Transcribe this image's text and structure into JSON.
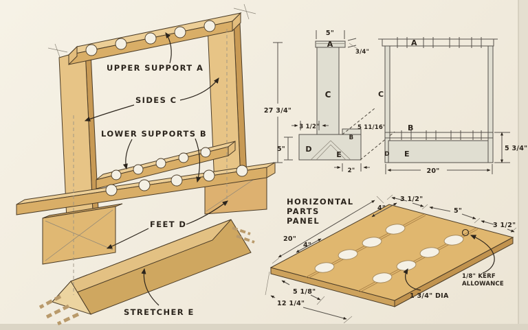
{
  "colors": {
    "paper": "#f2ede0",
    "wood_top": "#ecce96",
    "wood_front": "#ddb170",
    "wood_edge_face": "#c89a55",
    "ink": "#2b241c",
    "view_fill": "#e0ded1"
  },
  "iso": {
    "upper_support": "UPPER SUPPORT A",
    "sides": "SIDES C",
    "lower_supports": "LOWER SUPPORTS B",
    "feet": "FEET D",
    "stretcher": "STRETCHER E"
  },
  "side_view": {
    "a": "A",
    "b": "B",
    "c": "C",
    "d": "D",
    "e": "E",
    "top_width": "5\"",
    "thickness": "3/4\"",
    "height": "27 3/4\"",
    "support_width": "3 1/2\"",
    "stretcher_width": "5 11/16\"",
    "base_height": "5\"",
    "foot_inset": "2\""
  },
  "front_view": {
    "a": "A",
    "b": "B",
    "c": "C",
    "d": "D",
    "e": "E",
    "base_height": "5 3/4\"",
    "width": "20\""
  },
  "panel": {
    "title1": "HORIZONTAL",
    "title2": "PARTS",
    "title3": "PANEL",
    "length": "20\"",
    "spacing1": "4\"",
    "spacing2": "4\"",
    "strip1": "3 1/2\"",
    "strip2": "5\"",
    "strip3": "3 1/2\"",
    "hole_offset": "5 1/8\"",
    "width": "12 1/4\"",
    "dia": "1 3/4\" DIA",
    "kerf1": "1/8\" KERF",
    "kerf2": "ALLOWANCE"
  }
}
